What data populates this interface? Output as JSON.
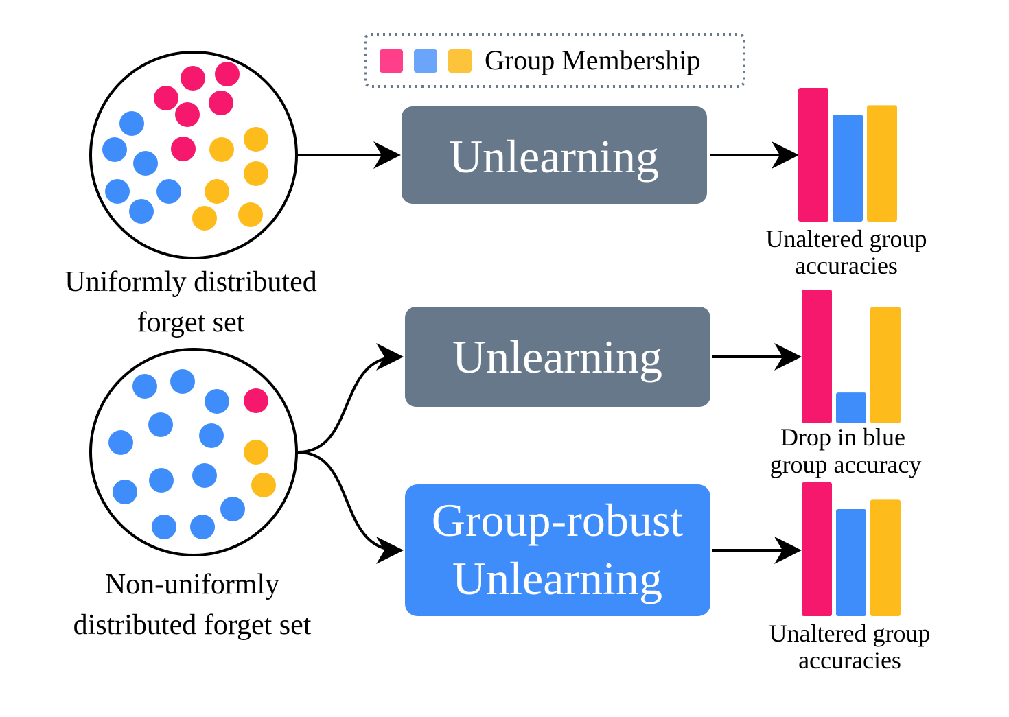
{
  "colors": {
    "pink": "#F5186C",
    "blue": "#3F8DFB",
    "yellow": "#FDBB1C",
    "gray_box": "#66788A",
    "blue_box": "#3F8DFB",
    "legend_border": "#66788A"
  },
  "legend": {
    "label": "Group Membership"
  },
  "top": {
    "set_caption_line1": "Uniformly distributed",
    "set_caption_line2": "forget set",
    "box_label": "Unlearning",
    "result_caption_line1": "Unaltered group",
    "result_caption_line2": "accuracies",
    "bars": [
      {
        "group": "pink",
        "value": 1.0
      },
      {
        "group": "blue",
        "value": 0.8
      },
      {
        "group": "yellow",
        "value": 0.87
      }
    ]
  },
  "middle": {
    "box_label": "Unlearning",
    "result_caption_line1": "Drop in blue",
    "result_caption_line2": "group accuracy",
    "bars": [
      {
        "group": "pink",
        "value": 1.0
      },
      {
        "group": "blue",
        "value": 0.23
      },
      {
        "group": "yellow",
        "value": 0.87
      }
    ]
  },
  "bottom": {
    "set_caption_line1": "Non-uniformly",
    "set_caption_line2": "distributed forget set",
    "box_label_line1": "Group-robust",
    "box_label_line2": "Unlearning",
    "result_caption_line1": "Unaltered group",
    "result_caption_line2": "accuracies",
    "bars": [
      {
        "group": "pink",
        "value": 1.0
      },
      {
        "group": "blue",
        "value": 0.8
      },
      {
        "group": "yellow",
        "value": 0.87
      }
    ]
  }
}
